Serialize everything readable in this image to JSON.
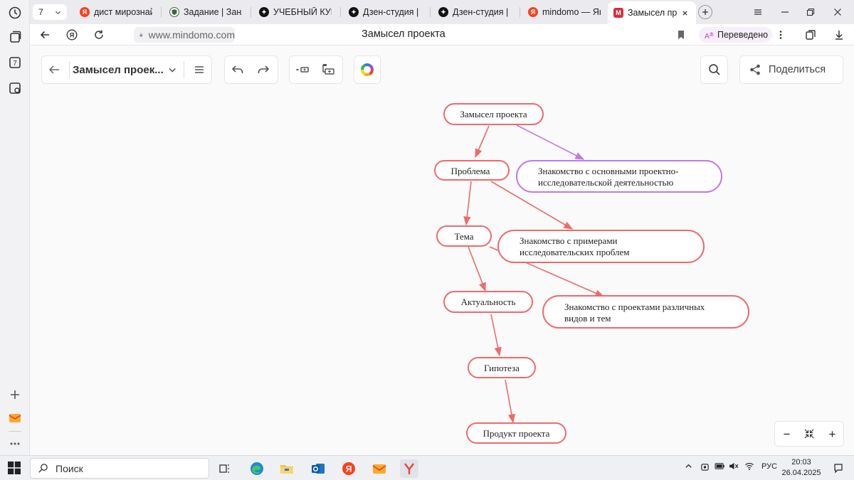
{
  "browser": {
    "tab_count_badge": "7",
    "tabs": [
      {
        "title": "дист мирознай",
        "icon": "yandex-logo-icon",
        "color": "#fc3f1d"
      },
      {
        "title": "Задание | Занят",
        "icon": "shield-crest-icon",
        "color": "#3a6b35"
      },
      {
        "title": "УЧЕБНЫЙ КУРС",
        "icon": "sparkle-icon",
        "color": "#111111"
      },
      {
        "title": "Дзен-студия | У",
        "icon": "sparkle-icon",
        "color": "#111111"
      },
      {
        "title": "Дзен-студия | Р",
        "icon": "sparkle-icon",
        "color": "#111111"
      },
      {
        "title": "mindomo — Янд",
        "icon": "yandex-logo-icon",
        "color": "#fc3f1d"
      },
      {
        "title": "Замысел про",
        "icon": "mindomo-logo-icon",
        "color": "#d0323f",
        "active": true
      }
    ],
    "url": "www.mindomo.com",
    "page_title": "Замысел проекта",
    "translate_label": "Переведено"
  },
  "toolbar": {
    "map_name": "Замысел проек...",
    "share_label": "Поделиться"
  },
  "mindmap": {
    "colors": {
      "red": "#f06a6a",
      "purple": "#c07be0"
    },
    "nodes": [
      {
        "id": "root",
        "label": "Замысел проекта"
      },
      {
        "id": "problem",
        "label": "Проблема"
      },
      {
        "id": "purple",
        "label": "Знакомство с основными проектно- исследовательской деятельностью"
      },
      {
        "id": "theme",
        "label": "Тема"
      },
      {
        "id": "examples",
        "label": "Знакомство с примерами исследовательских проблем"
      },
      {
        "id": "relevance",
        "label": "Актуальность"
      },
      {
        "id": "projects",
        "label": "Знакомство с проектами различных видов и тем"
      },
      {
        "id": "hypothesis",
        "label": "Гипотеза"
      },
      {
        "id": "product",
        "label": "Продукт проекта"
      }
    ]
  },
  "taskbar": {
    "search_placeholder": "Поиск",
    "language": "РУС",
    "time": "20:03",
    "date": "26.04.2025"
  }
}
